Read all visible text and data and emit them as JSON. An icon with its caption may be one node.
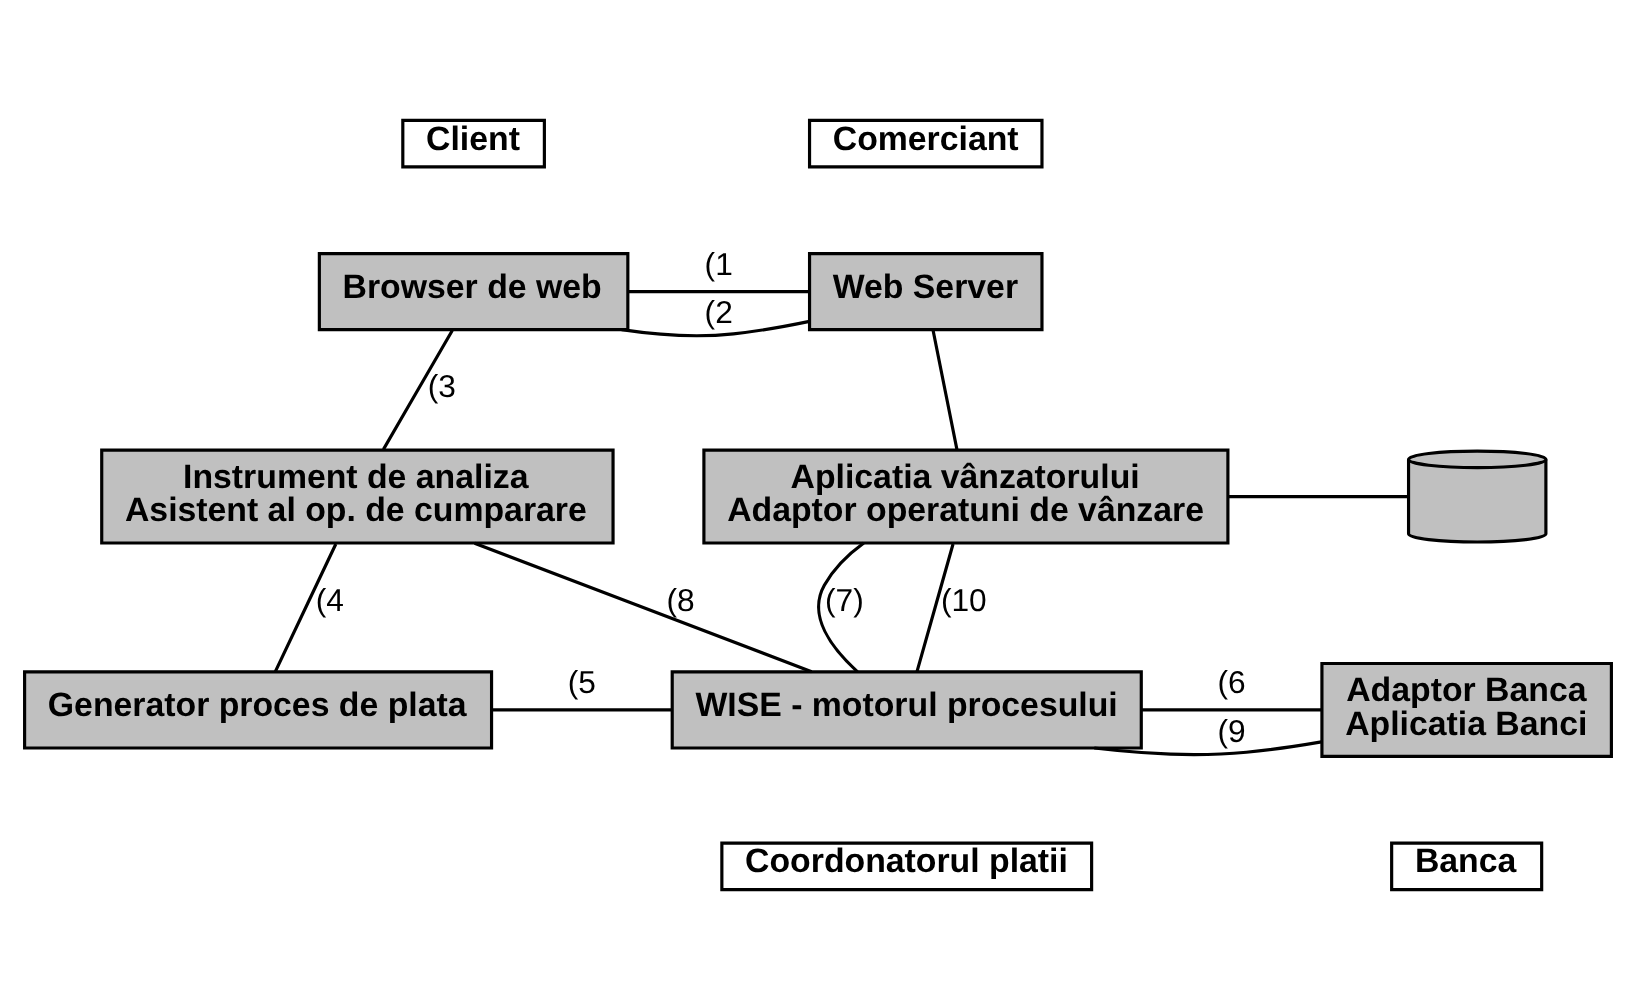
{
  "diagram": {
    "nodes": [
      {
        "text": [
          "Client"
        ]
      },
      {
        "text": [
          "Comerciant"
        ]
      },
      {
        "text": [
          "Browser de web"
        ]
      },
      {
        "text": [
          "Web Server"
        ]
      },
      {
        "text": [
          "Instrument de analiza",
          "Asistent al op. de cumparare"
        ]
      },
      {
        "text": [
          "Aplicatia vânzatorului",
          "Adaptor operatuni de vânzare"
        ]
      },
      {
        "text": [],
        "shape": "cylinder"
      },
      {
        "text": [
          "Generator proces de plata"
        ]
      },
      {
        "text": [
          "WISE - motorul procesului"
        ]
      },
      {
        "text": [
          "Adaptor Banca",
          "Aplicatia Banci"
        ]
      },
      {
        "text": [
          "Coordonatorul platii"
        ]
      },
      {
        "text": [
          "Banca"
        ]
      }
    ],
    "edges": [
      {
        "from": 2,
        "to": 3,
        "arrow": "none",
        "label": "(1"
      },
      {
        "from": 2,
        "to": 3,
        "arrow": "none",
        "label": "(2"
      },
      {
        "from": 2,
        "to": 4,
        "arrow": "none",
        "label": "(3"
      },
      {
        "from": 3,
        "to": 5,
        "arrow": "none"
      },
      {
        "from": 5,
        "to": 6,
        "arrow": "none"
      },
      {
        "from": 4,
        "to": 7,
        "arrow": "none",
        "label": "(4"
      },
      {
        "from": 7,
        "to": 8,
        "arrow": "none",
        "label": "(5"
      },
      {
        "from": 8,
        "to": 9,
        "arrow": "none",
        "label": "(6"
      },
      {
        "from": 5,
        "to": 8,
        "arrow": "none",
        "label": "(7)"
      },
      {
        "from": 4,
        "to": 8,
        "arrow": "none",
        "label": "(8"
      },
      {
        "from": 8,
        "to": 9,
        "arrow": "none",
        "label": "(9"
      },
      {
        "from": 5,
        "to": 8,
        "arrow": "none",
        "label": "(10"
      }
    ]
  }
}
